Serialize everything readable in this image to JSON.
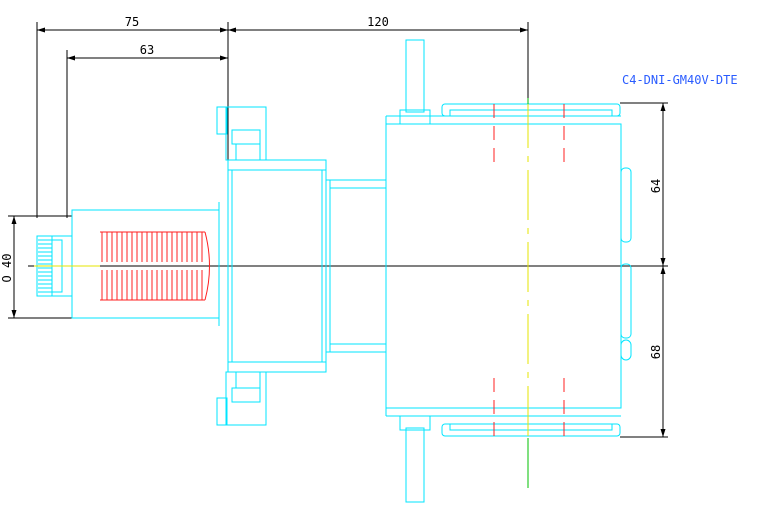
{
  "drawing": {
    "model_label": "C4-DNI-GM40V-DTE",
    "dimensions": {
      "overall_length": "75",
      "flange_to_end": "63",
      "body_length": "120",
      "upper_height": "64",
      "lower_height": "68",
      "diameter": "O 40"
    },
    "colors": {
      "background": "#ffffff",
      "outline": "#00e5ff",
      "dimension": "#000000",
      "hidden": "#ff2020",
      "center": "#e6e600",
      "axis": "#00c000",
      "label": "#2a5cff"
    }
  }
}
